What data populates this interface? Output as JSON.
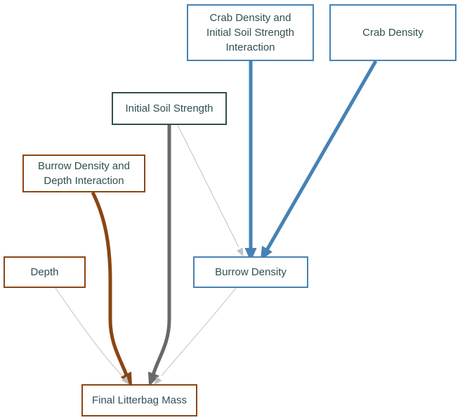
{
  "diagram": {
    "colors": {
      "blue": "#4682b4",
      "brown": "#8b4513",
      "dark": "#2f4f4f",
      "gray": "#696969",
      "light": "#c0c0c0",
      "text": "#2f4f4f"
    },
    "nodes": [
      {
        "id": "crab_soil",
        "lines": [
          "Crab Density and",
          "Initial Soil Strength",
          "Interaction"
        ],
        "color": "blue"
      },
      {
        "id": "crab",
        "lines": [
          "Crab Density"
        ],
        "color": "blue"
      },
      {
        "id": "soil",
        "lines": [
          "Initial Soil Strength"
        ],
        "color": "dark"
      },
      {
        "id": "burrow_depth",
        "lines": [
          "Burrow Density and",
          "Depth Interaction"
        ],
        "color": "brown"
      },
      {
        "id": "depth",
        "lines": [
          "Depth"
        ],
        "color": "brown"
      },
      {
        "id": "burrow",
        "lines": [
          "Burrow Density"
        ],
        "color": "blue"
      },
      {
        "id": "litter",
        "lines": [
          "Final Litterbag Mass"
        ],
        "color": "brown"
      }
    ],
    "edges": [
      {
        "from": "crab_soil",
        "to": "burrow",
        "color": "blue",
        "weight": "strong"
      },
      {
        "from": "crab",
        "to": "burrow",
        "color": "blue",
        "weight": "strong"
      },
      {
        "from": "soil",
        "to": "burrow",
        "color": "light",
        "weight": "weak"
      },
      {
        "from": "soil",
        "to": "litter",
        "color": "gray",
        "weight": "strong"
      },
      {
        "from": "burrow_depth",
        "to": "litter",
        "color": "brown",
        "weight": "strong"
      },
      {
        "from": "depth",
        "to": "litter",
        "color": "light",
        "weight": "weak"
      },
      {
        "from": "burrow",
        "to": "litter",
        "color": "light",
        "weight": "weak"
      }
    ]
  }
}
